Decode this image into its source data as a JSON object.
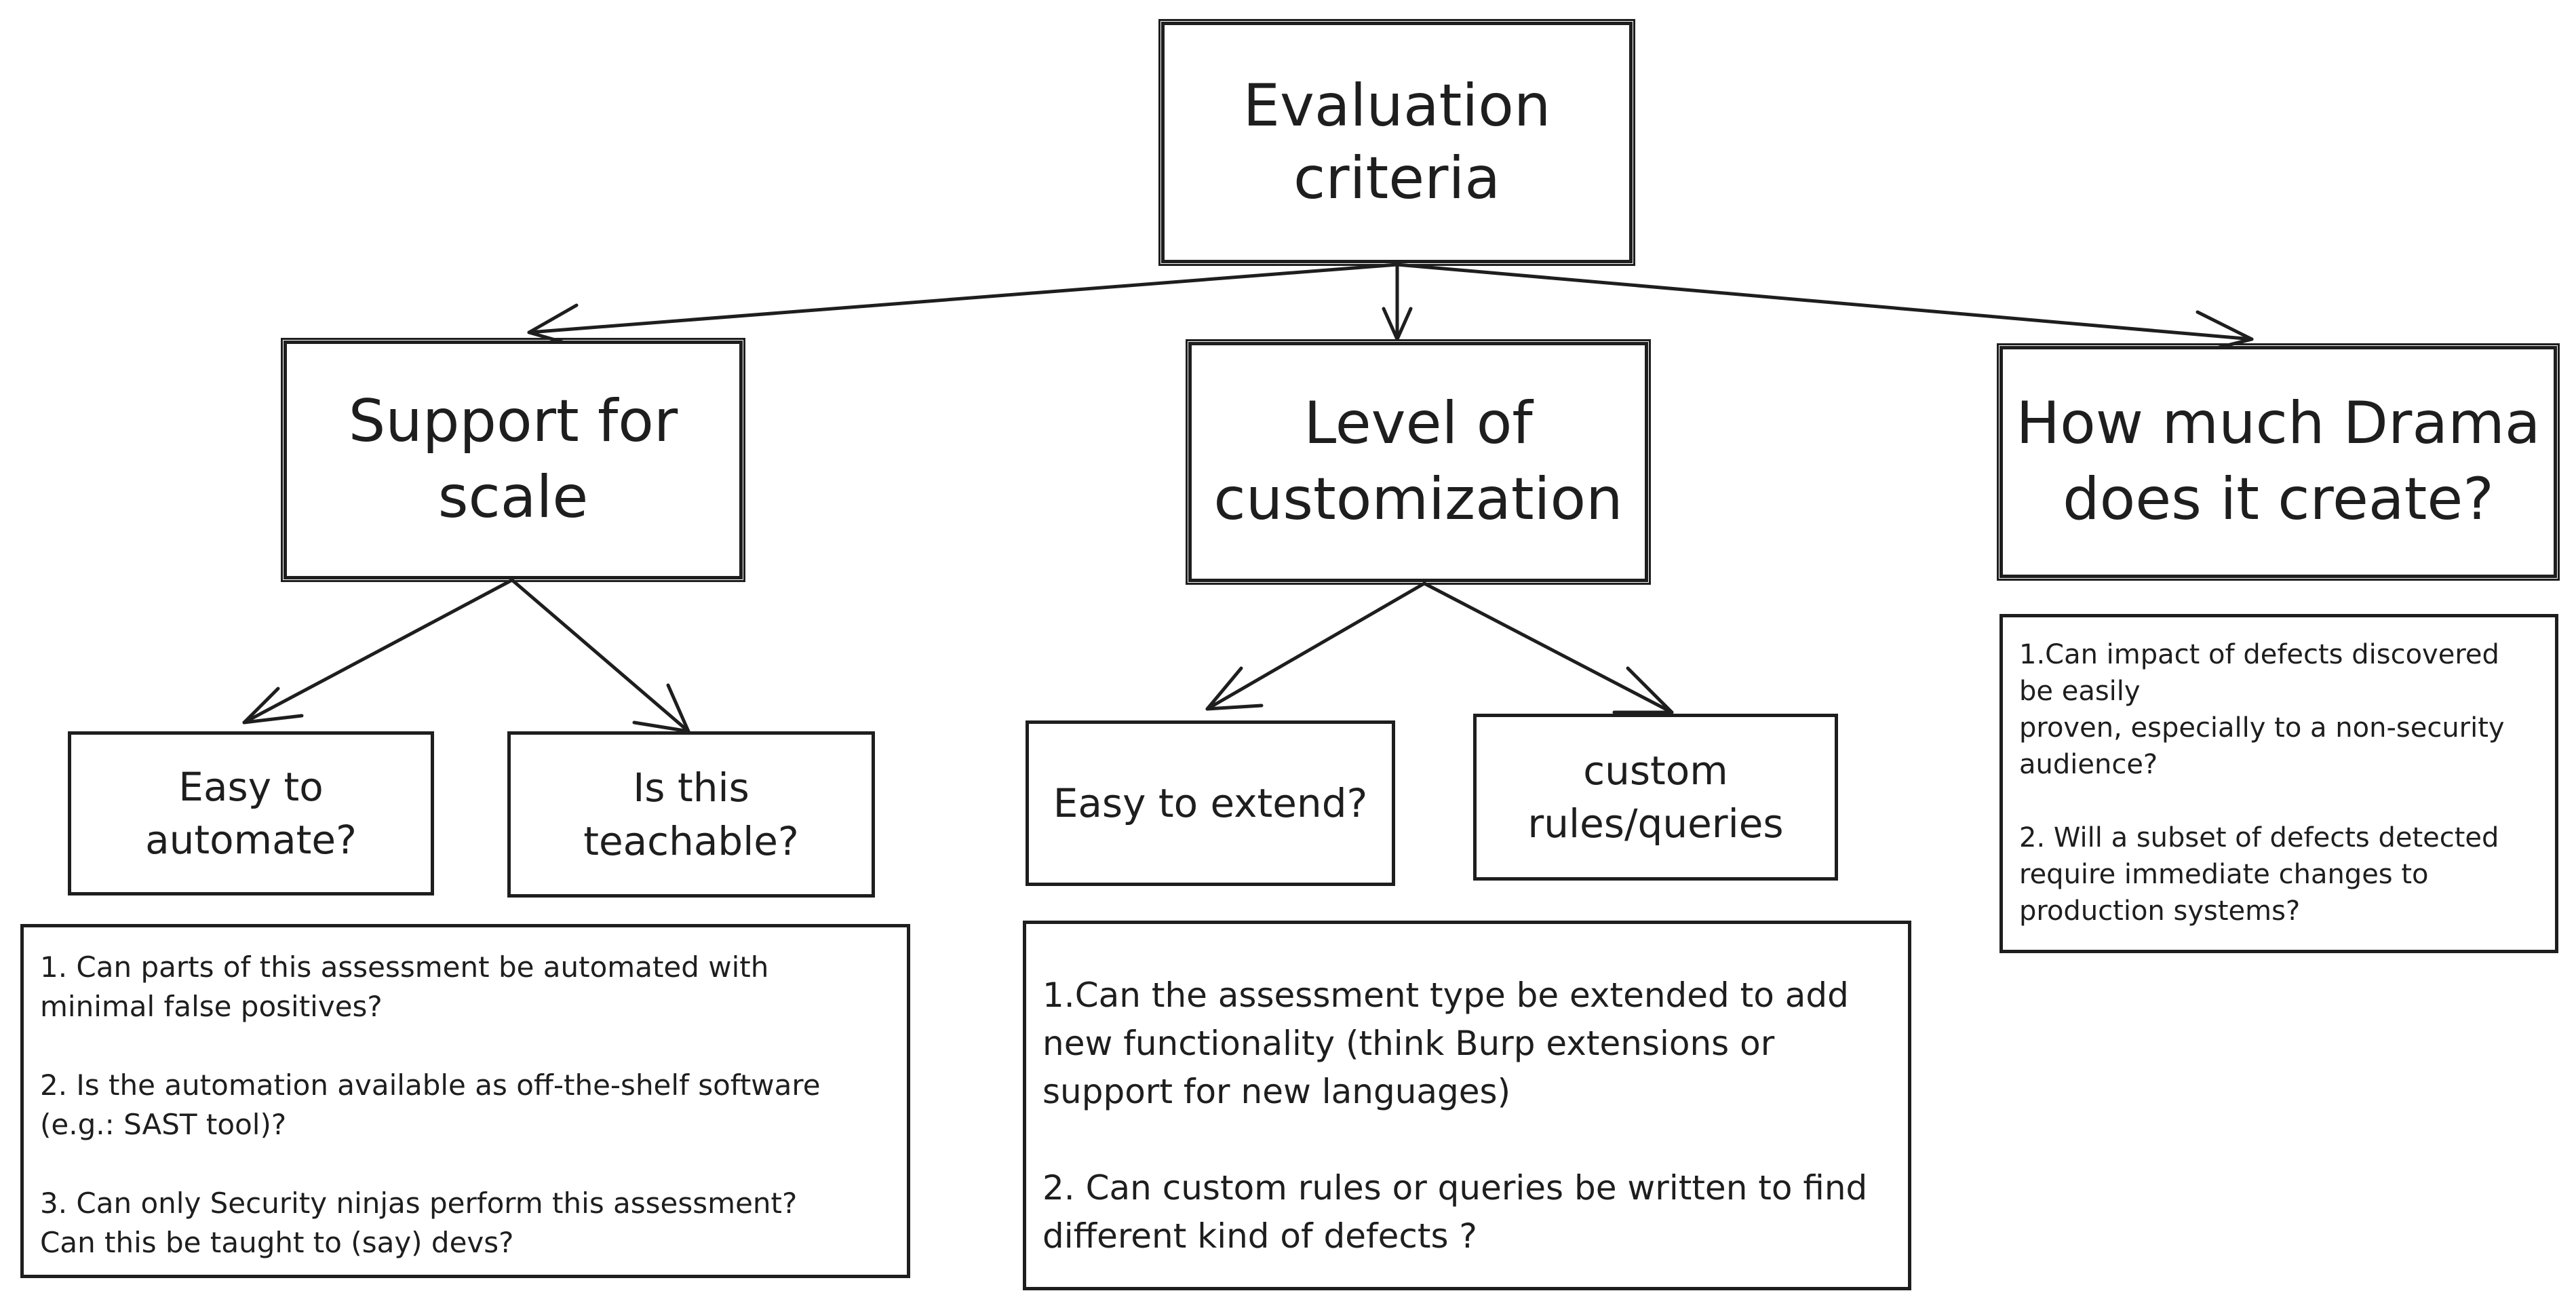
{
  "diagram": {
    "root": {
      "label": "Evaluation\ncriteria"
    },
    "categories": [
      {
        "id": "scale",
        "label": "Support for\nscale",
        "questions": [
          {
            "label": "Easy to\nautomate?"
          },
          {
            "label": "Is this\nteachable?"
          }
        ],
        "notes": "1.  Can parts of this assessment be automated with\n minimal false positives?\n\n2. Is the automation available as off-the-shelf software\n (e.g.: SAST tool)?\n\n3. Can only Security ninjas perform this assessment?\nCan this be taught to (say) devs?"
      },
      {
        "id": "customization",
        "label": "Level of\ncustomization",
        "questions": [
          {
            "label": "Easy to extend?"
          },
          {
            "label": "custom\nrules/queries"
          }
        ],
        "notes": "1.Can the assessment type be extended to add\nnew functionality (think Burp extensions or\nsupport for new languages)\n\n2. Can custom rules or queries be written to find\ndifferent kind of defects ?"
      },
      {
        "id": "drama",
        "label": "How much Drama\ndoes it create?",
        "notes": "1.Can impact of defects discovered\nbe easily\nproven, especially to a non-security\n audience?\n\n2. Will a subset of defects detected\n require immediate changes to\n production systems?"
      }
    ]
  },
  "colors": {
    "stroke": "#1e1e1e",
    "background": "#ffffff",
    "text": "#1e1e1e"
  }
}
